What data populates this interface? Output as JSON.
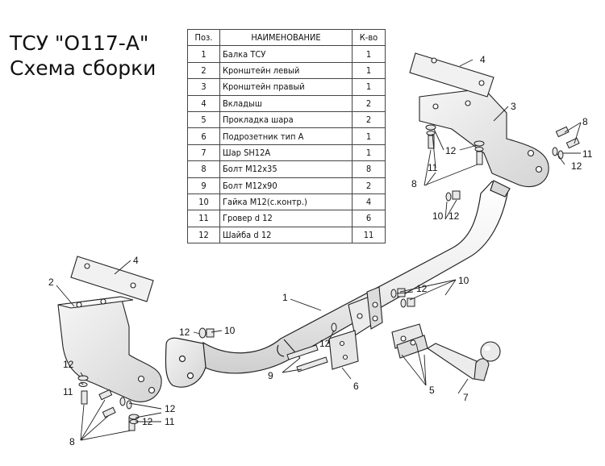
{
  "title": {
    "line1": "ТСУ \"О117-А\"",
    "line2": "Схема сборки"
  },
  "table": {
    "headers": {
      "pos": "Поз.",
      "name": "НАИМЕНОВАНИЕ",
      "qty": "К-во"
    },
    "rows": [
      {
        "pos": "1",
        "name": "Балка ТСУ",
        "qty": "1"
      },
      {
        "pos": "2",
        "name": "Кронштейн левый",
        "qty": "1"
      },
      {
        "pos": "3",
        "name": "Кронштейн правый",
        "qty": "1"
      },
      {
        "pos": "4",
        "name": "Вкладыш",
        "qty": "2"
      },
      {
        "pos": "5",
        "name": "Прокладка шара",
        "qty": "2"
      },
      {
        "pos": "6",
        "name": "Подрозетник тип А",
        "qty": "1"
      },
      {
        "pos": "7",
        "name": "Шар SH12A",
        "qty": "1"
      },
      {
        "pos": "8",
        "name": "Болт М12х35",
        "qty": "8"
      },
      {
        "pos": "9",
        "name": "Болт М12х90",
        "qty": "2"
      },
      {
        "pos": "10",
        "name": "Гайка М12(с.контр.)",
        "qty": "4"
      },
      {
        "pos": "11",
        "name": "Гровер d 12",
        "qty": "6"
      },
      {
        "pos": "12",
        "name": "Шайба d 12",
        "qty": "11"
      }
    ]
  },
  "callouts": {
    "c1": "1",
    "c2": "2",
    "c3": "3",
    "c4a": "4",
    "c4b": "4",
    "c5": "5",
    "c6": "6",
    "c7": "7",
    "c8a": "8",
    "c8b": "8",
    "c8c": "8",
    "c9": "9",
    "c10a": "10",
    "c10b": "10",
    "c10c": "10",
    "c11a": "11",
    "c11b": "11",
    "c11c": "11",
    "c11d": "11",
    "c12a": "12",
    "c12b": "12",
    "c12c": "12",
    "c12d": "12",
    "c12e": "12",
    "c12f": "12",
    "c12g": "12",
    "c12h": "12",
    "c12i": "12"
  }
}
